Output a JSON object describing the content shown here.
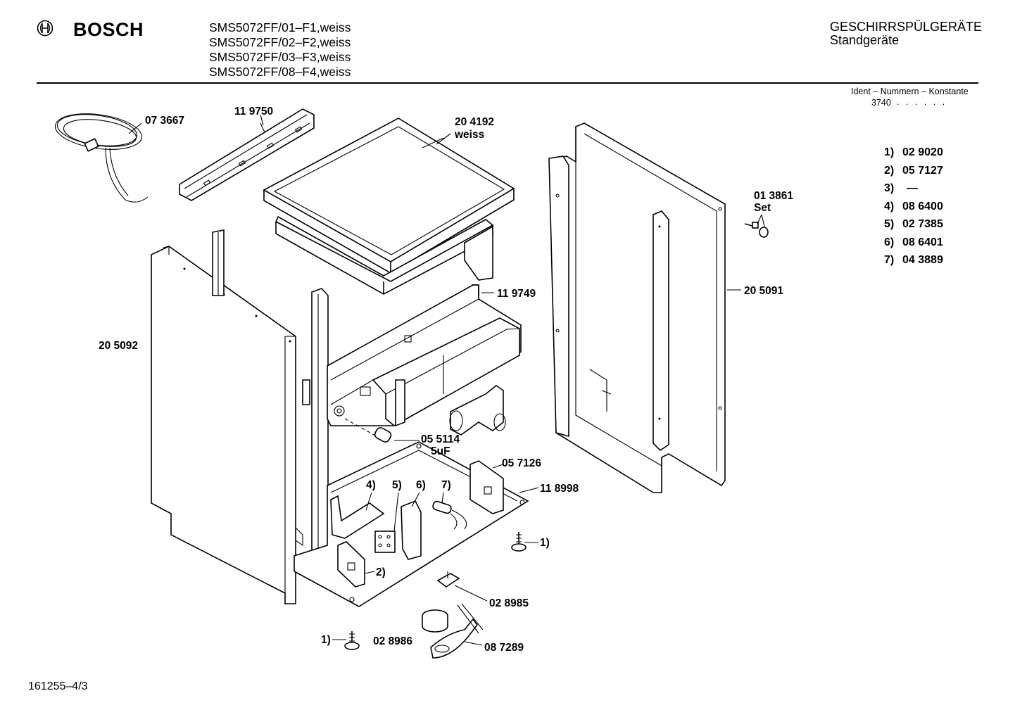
{
  "header": {
    "brand": "BOSCH",
    "models": [
      "SMS5072FF/01–F1,weiss",
      "SMS5072FF/02–F2,weiss",
      "SMS5072FF/03–F3,weiss",
      "SMS5072FF/08–F4,weiss"
    ],
    "category": "GESCHIRRSPÜLGERÄTE",
    "subcategory": "Standgeräte"
  },
  "ident": {
    "title": "Ident – Nummern – Konstante",
    "constant": "3740",
    "dots": ". . . . . ."
  },
  "versions": [
    {
      "key": "1)",
      "value": "02 9020"
    },
    {
      "key": "2)",
      "value": "05 7127"
    },
    {
      "key": "3)",
      "value": "—"
    },
    {
      "key": "4)",
      "value": "08 6400"
    },
    {
      "key": "5)",
      "value": "02 7385"
    },
    {
      "key": "6)",
      "value": "08 6401"
    },
    {
      "key": "7)",
      "value": "04 3889"
    }
  ],
  "parts": {
    "p073667": "07 3667",
    "p119750": "11 9750",
    "p204192": "20 4192",
    "p204192_note": "weiss",
    "p013861": "01 3861",
    "p013861_note": "Set",
    "p205091": "20 5091",
    "p119749": "11 9749",
    "p205092": "20 5092",
    "p055114": "05 5114",
    "p055114_note": "5uF",
    "p057126": "05 7126",
    "p118998": "11 8998",
    "ref4": "4)",
    "ref5": "5)",
    "ref6": "6)",
    "ref7": "7)",
    "ref1a": "1)",
    "ref2": "2)",
    "p028985": "02 8985",
    "ref1b": "1)",
    "p028986": "02 8986",
    "p087289": "08 7289"
  },
  "footer": {
    "doc_number": "161255–4/3"
  }
}
